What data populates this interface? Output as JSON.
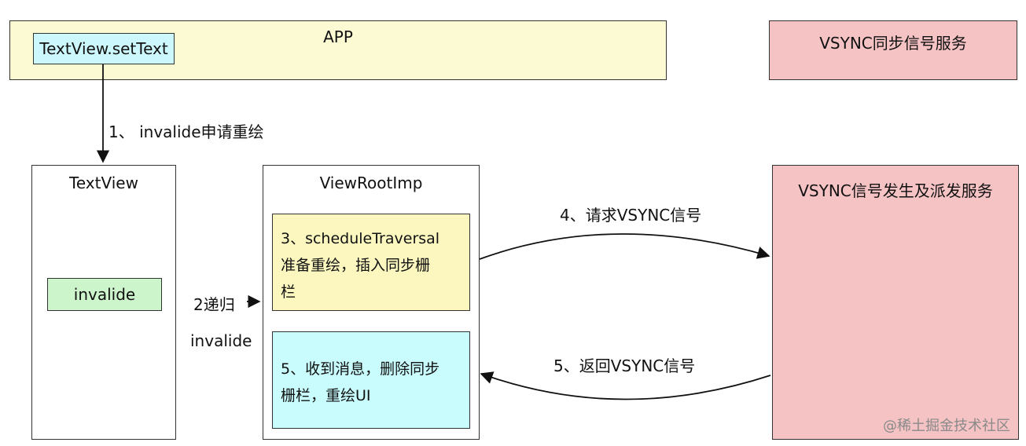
{
  "colors": {
    "app_fill": "#fbfad2",
    "vsync_fill": "#f5c3c4",
    "settext_fill": "#ccf8fd",
    "invalide_fill": "#cdf5cb",
    "step3_fill": "#fbf7bf",
    "step5_fill": "#c8fcfd",
    "stroke": "#333333"
  },
  "boxes": {
    "app": "APP",
    "settext": "TextView.setText",
    "vsync_sync_service": "VSYNC同步信号服务",
    "textview": "TextView",
    "invalide": "invalide",
    "viewrootimp": "ViewRootImp",
    "step3_line1": "3、scheduleTraversal",
    "step3_line2": "准备重绘，插入同步栅",
    "step3_line3": "栏",
    "step5_line1": "5、收到消息，删除同步",
    "step5_line2": "栅栏，重绘UI",
    "vsync_dispatch_service": "VSYNC信号发生及派发服务"
  },
  "arrows": {
    "step1": "1、 invalide申请重绘",
    "step2_line1": "2递归",
    "step2_line2": "invalide",
    "step4": "4、请求VSYNC信号",
    "step5": "5、返回VSYNC信号"
  },
  "watermark": "@稀土掘金技术社区"
}
